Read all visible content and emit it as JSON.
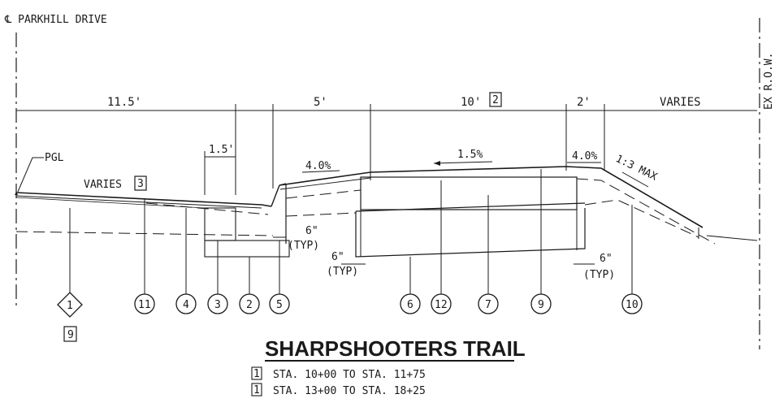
{
  "centerline_label": "℄ PARKHILL DRIVE",
  "row_label": "EX R.O.W.",
  "dimensions": {
    "d1": "11.5'",
    "d2": "5'",
    "d3": "10'",
    "d3_box": "2",
    "d4": "2'",
    "d5": "VARIES",
    "d6": "1.5'"
  },
  "slopes": {
    "s1": "4.0%",
    "s2": "1.5%",
    "s3": "4.0%",
    "s4": "1:3 MAX"
  },
  "labels": {
    "pgl": "PGL",
    "varies": "VARIES",
    "varies_box": "3",
    "six_a": "6\"",
    "typ_a": "(TYP)",
    "six_b": "6\"",
    "typ_b": "(TYP)",
    "six_c": "6\"",
    "typ_c": "(TYP)"
  },
  "callouts": {
    "diamond": "1",
    "diamond_box": "9",
    "c11": "11",
    "c4": "4",
    "c3": "3",
    "c2": "2",
    "c5": "5",
    "c6": "6",
    "c12": "12",
    "c7": "7",
    "c9": "9",
    "c10": "10"
  },
  "title": "SHARPSHOOTERS TRAIL",
  "stations": [
    {
      "box": "1",
      "text": "STA. 10+00 TO STA. 11+75"
    },
    {
      "box": "1",
      "text": "STA. 13+00 TO STA. 18+25"
    }
  ]
}
